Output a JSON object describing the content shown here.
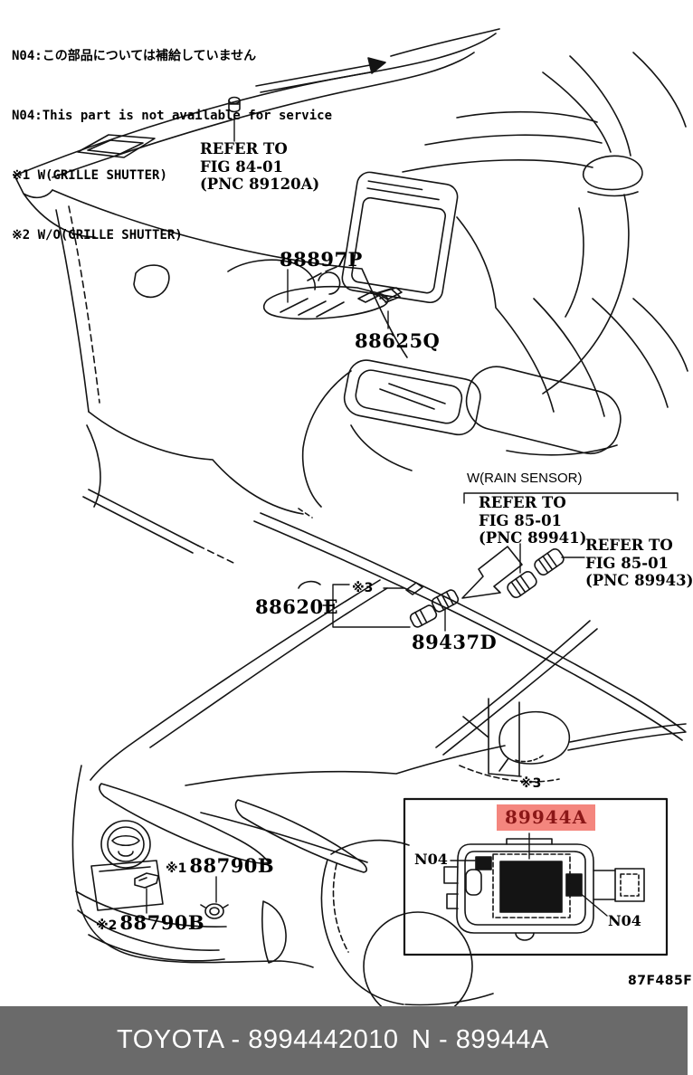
{
  "notes": {
    "jp": "N04:この部品については補給していません",
    "en": "N04:This part is not available for service",
    "g1": "※1 W(GRILLE SHUTTER)",
    "g2": "※2 W/O(GRILLE SHUTTER)"
  },
  "callouts": {
    "fig84": {
      "l1": "REFER TO",
      "l2": "FIG 84-01",
      "l3": "(PNC 89120A)"
    },
    "rain_header": "W(RAIN SENSOR)",
    "fig85a": {
      "l1": "REFER TO",
      "l2": "FIG 85-01",
      "l3": "(PNC 89941)"
    },
    "fig85b": {
      "l1": "REFER TO",
      "l2": "FIG 85-01",
      "l3": "(PNC 89943)"
    }
  },
  "parts": {
    "p88897P": "88897P",
    "p88625Q": "88625Q",
    "p88620E": "88620E",
    "p89437D": "89437D",
    "p88790B_1_marker": "※1",
    "p88790B_1": "88790B",
    "p88790B_2_marker": "※2",
    "p88790B_2": "88790B",
    "p89944A": "89944A"
  },
  "markers": {
    "x3_windshield": "※3",
    "x3_inset": "※3",
    "n04_left": "N04",
    "n04_right": "N04"
  },
  "doc_code": "87F485F",
  "footer": {
    "left": "TOYOTA - 8994442010",
    "right": "N - 89944A"
  },
  "colors": {
    "highlight_bg": "#F4867E",
    "highlight_text": "#8B1717",
    "footer_bg": "#6A6A6A",
    "footer_text": "#FFFFFF",
    "line": "#141414"
  }
}
